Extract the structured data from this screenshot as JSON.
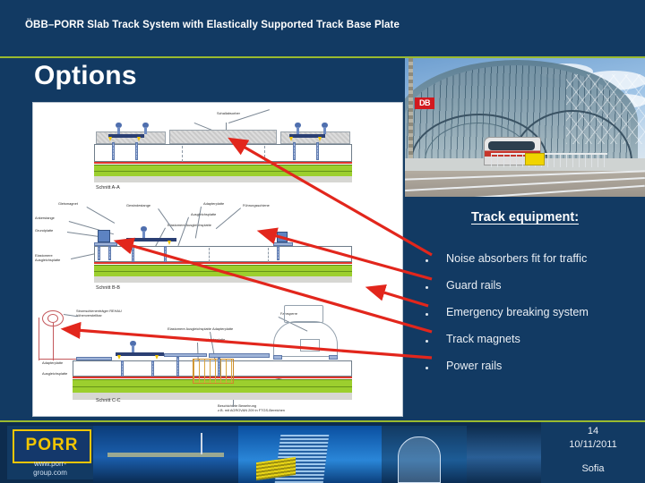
{
  "header": {
    "title": "ÖBB–PORR Slab Track System with Elastically Supported Track Base Plate",
    "slide_title": "Options",
    "accent_green": "#9aba2f",
    "background_blue": "#123a63"
  },
  "photo": {
    "name": "berlin-hauptbahnhof-photo",
    "db_logo": "DB"
  },
  "right_panel": {
    "heading": "Track equipment:",
    "bullets": [
      {
        "label": "Noise absorbers fit for traffic"
      },
      {
        "label": "Guard rails"
      },
      {
        "label": "Emergency breaking system"
      },
      {
        "label": "Track magnets"
      },
      {
        "label": "Power rails"
      }
    ]
  },
  "diagram": {
    "sections": [
      {
        "id": "a-a",
        "caption": "Schnitt A-A",
        "labels": [
          {
            "text": "Schallabsorber"
          }
        ]
      },
      {
        "id": "b-b",
        "caption": "Schnitt B-B",
        "labels": [
          {
            "text": "Gleismagnet"
          },
          {
            "text": "Ankerstange"
          },
          {
            "text": "Grundplatte"
          },
          {
            "text": "Elastomere\nAusgleichsplatte"
          },
          {
            "text": "Gewindestange"
          },
          {
            "text": "Führungsschiene"
          },
          {
            "text": "Adapterplatte"
          },
          {
            "text": "Ausgleichsplatte"
          },
          {
            "text": "Elastomere Ausgleichsplatte"
          }
        ]
      },
      {
        "id": "c-c",
        "caption": "Schnitt C-C",
        "labels": [
          {
            "text": "Stromschienenträger REHAU\nhöhenverstellbar"
          },
          {
            "text": "Adapterplatte"
          },
          {
            "text": "Ausgleichsplatte"
          },
          {
            "text": "Elastomere Ausgleichsplatte"
          },
          {
            "text": "Fahrsperre"
          },
          {
            "text": "Adapterplatte"
          },
          {
            "text": "Ausgleichsplatte"
          },
          {
            "text": "Elastomere Ausgleichsplatte"
          },
          {
            "text": "Beschichtete Bewehrung\nz.B. mit AGROVAN 209 in FTGS-Bereichen"
          }
        ]
      }
    ],
    "labels_flat": {
      "schallabsorber": "Schallabsorber",
      "schnitt_aa": "Schnitt A-A",
      "gleismagnet": "Gleismagnet",
      "ankerstange": "Ankerstange",
      "grundplatte": "Grundplatte",
      "elastomere_ausgleichsplatte_1": "Elastomere\nAusgleichsplatte",
      "gewindestange": "Gewindestange",
      "fuehrungsschiene": "Führungsschiene",
      "adapterplatte_b": "Adapterplatte",
      "ausgleichsplatte_b": "Ausgleichsplatte",
      "elastomere_ausgleichsplatte_b": "Elastomere Ausgleichsplatte",
      "schnitt_bb": "Schnitt B-B",
      "stromschiene": "Stromschienenträger REHAU\nhöhenverstellbar",
      "elastomere_ausgleichsplatte_c1": "Elastomere Ausgleichsplatte",
      "adapterplatte_c1": "Adapterplatte",
      "ausgleichsplatte_c1": "Ausgleichsplatte",
      "fahrsperre": "Fahrsperre",
      "adapterplatte_c2": "Adapterplatte",
      "ausgleichsplatte_c2": "Ausgleichsplatte",
      "elastomere_ausgleichsplatte_c2": "Elastomere Ausgleichsplatte",
      "schnitt_cc": "Schnitt C-C",
      "bewehrung": "Beschichtete Bewehrung\nz.B. mit AGROVAN 209 in FTGS-Bereichen"
    },
    "arrow_color": "#e2261c"
  },
  "footer": {
    "logo_text": "PORR",
    "url": "www.porr-\ngroup.com",
    "page_number": "14",
    "date": "10/11/2011",
    "city": "Sofia"
  }
}
